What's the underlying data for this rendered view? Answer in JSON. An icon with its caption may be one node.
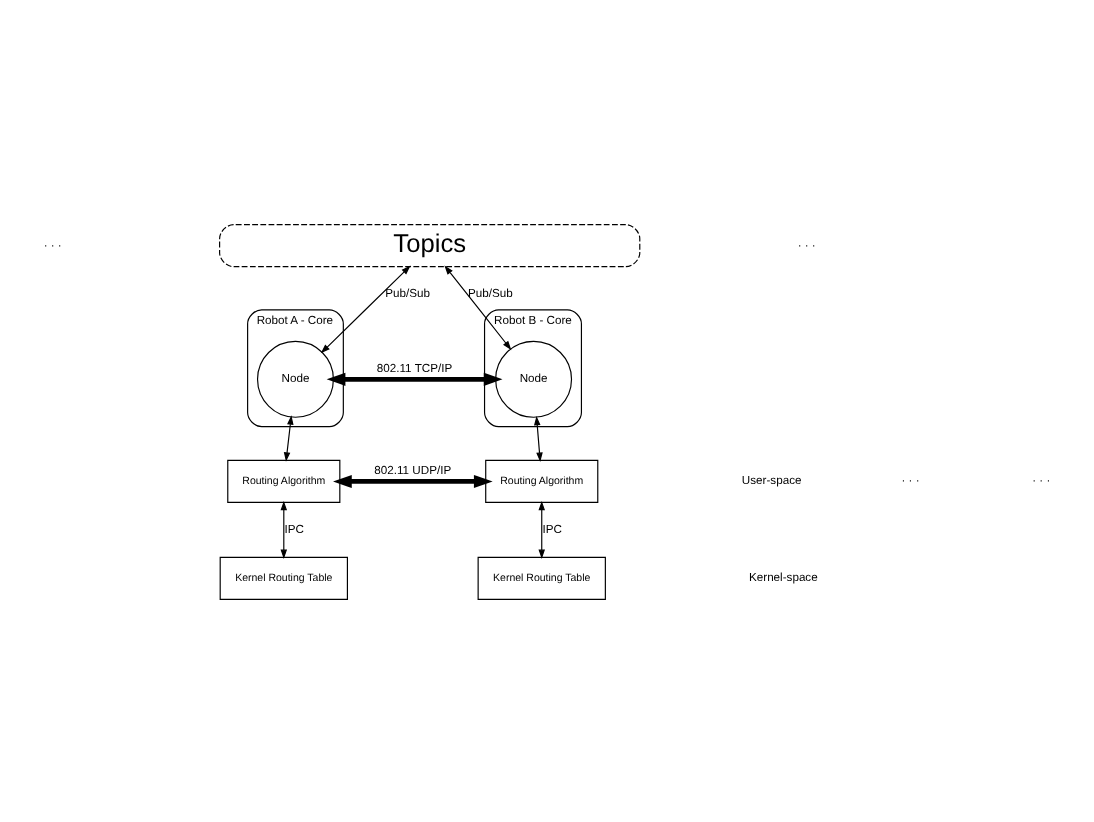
{
  "diagram": {
    "nodes": [
      {
        "text": [
          "Robot A - Core"
        ]
      },
      {
        "text": [
          "Robot B - Core"
        ]
      },
      {
        "text": [
          "Topics"
        ]
      },
      {
        "text": [
          "Node"
        ],
        "in": 0
      },
      {
        "text": [
          "Node"
        ],
        "in": 1
      },
      {
        "text": [
          "Routing Algorithm"
        ]
      },
      {
        "text": [
          "Routing Algorithm"
        ]
      },
      {
        "text": [
          "Kernel Routing Table"
        ]
      },
      {
        "text": [
          "Kernel Routing Table"
        ]
      }
    ],
    "edges": [
      {
        "from": 2,
        "to": 3,
        "arrow": "both",
        "label": "Pub/Sub"
      },
      {
        "from": 2,
        "to": 4,
        "arrow": "both",
        "label": "Pub/Sub"
      },
      {
        "from": 3,
        "to": 4,
        "arrow": "both",
        "label": "802.11 TCP/IP",
        "style": "thick"
      },
      {
        "from": 3,
        "to": 5,
        "arrow": "both"
      },
      {
        "from": 4,
        "to": 6,
        "arrow": "both"
      },
      {
        "from": 5,
        "to": 6,
        "arrow": "both",
        "label": "802.11 UDP/IP",
        "style": "thick"
      },
      {
        "from": 5,
        "to": 7,
        "arrow": "both",
        "label": "IPC"
      },
      {
        "from": 6,
        "to": 8,
        "arrow": "both",
        "label": "IPC"
      }
    ],
    "labels": [
      "· · ·",
      "· · ·",
      "User-space",
      "· · ·",
      "· · ·",
      "Kernel-space"
    ]
  }
}
